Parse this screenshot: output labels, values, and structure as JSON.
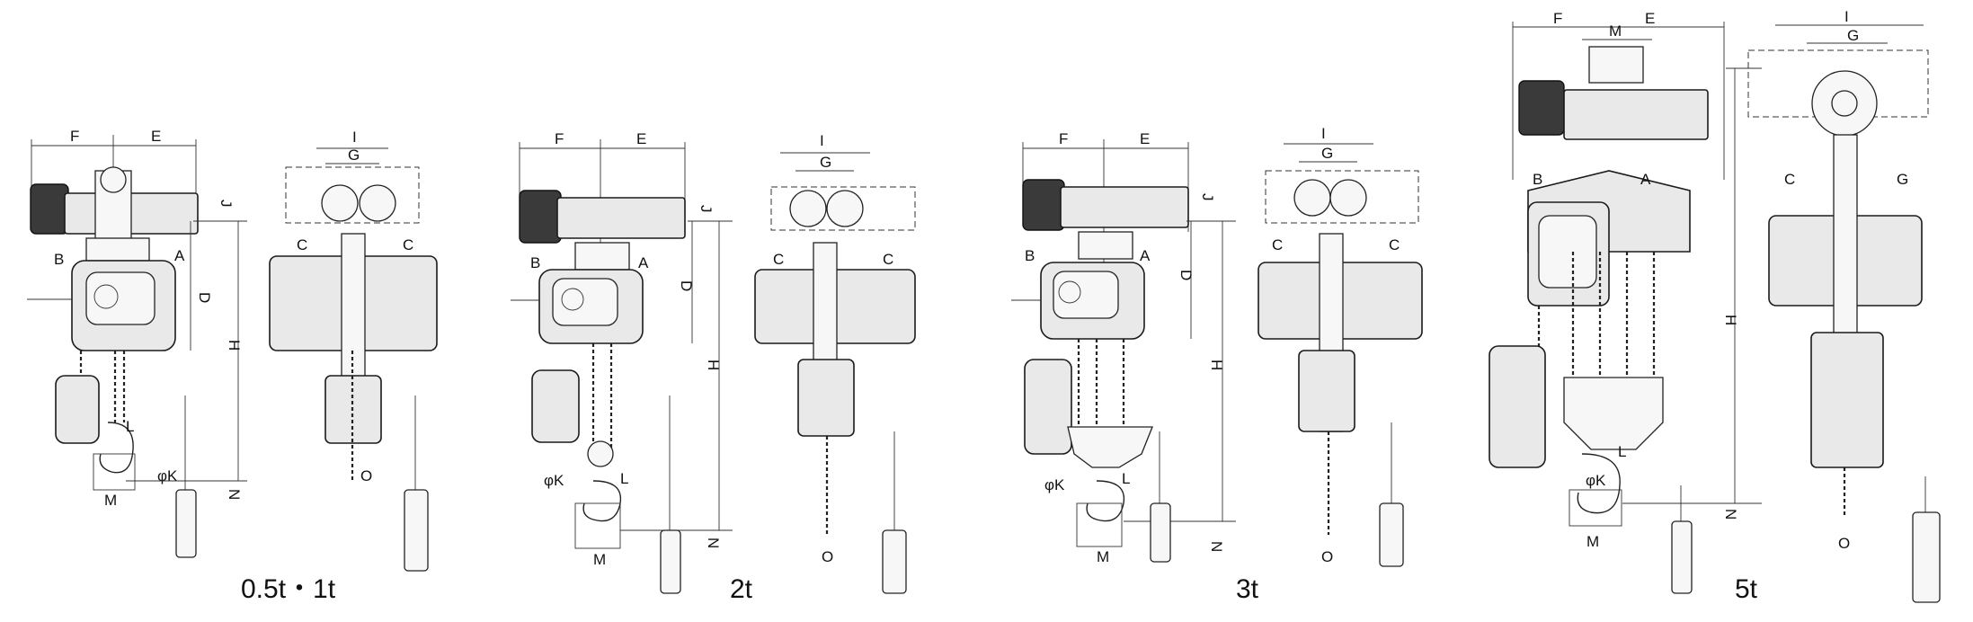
{
  "figures": [
    {
      "caption": "0.5t・1t",
      "side_labels": {
        "F": "F",
        "E": "E",
        "B": "B",
        "A": "A",
        "D": "D",
        "H": "H",
        "J": "J",
        "M": "M",
        "K": "φK",
        "L": "L",
        "N": "N"
      },
      "front_labels": {
        "I": "I",
        "G": "G",
        "C_left": "C",
        "C_right": "C",
        "O": "O"
      }
    },
    {
      "caption": "2t",
      "side_labels": {
        "F": "F",
        "E": "E",
        "B": "B",
        "A": "A",
        "D": "D",
        "H": "H",
        "J": "J",
        "M": "M",
        "K": "φK",
        "L": "L",
        "N": "N"
      },
      "front_labels": {
        "I": "I",
        "G": "G",
        "C_left": "C",
        "C_right": "C",
        "O": "O"
      }
    },
    {
      "caption": "3t",
      "side_labels": {
        "F": "F",
        "E": "E",
        "B": "B",
        "A": "A",
        "D": "D",
        "H": "H",
        "J": "J",
        "M": "M",
        "K": "φK",
        "L": "L",
        "N": "N"
      },
      "front_labels": {
        "I": "I",
        "G": "G",
        "C_left": "C",
        "C_right": "C",
        "O": "O"
      }
    },
    {
      "caption": "5t",
      "side_labels": {
        "F": "F",
        "M_top": "M",
        "E": "E",
        "B": "B",
        "A": "A",
        "H": "H",
        "M": "M",
        "K": "φK",
        "L": "L",
        "N": "N"
      },
      "front_labels": {
        "I": "I",
        "G_top": "G",
        "C": "C",
        "G": "G",
        "O": "O"
      }
    }
  ]
}
